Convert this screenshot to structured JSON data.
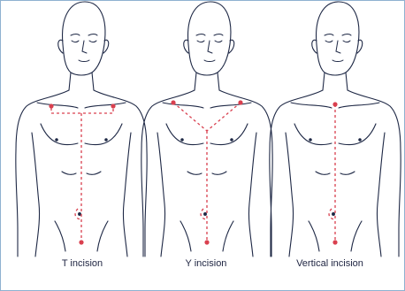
{
  "figures": [
    {
      "id": "t",
      "label": "T incision"
    },
    {
      "id": "y",
      "label": "Y incision"
    },
    {
      "id": "v",
      "label": "Vertical incision"
    }
  ],
  "colors": {
    "line": "#1e2845",
    "incision": "#d9404f",
    "border": "#8fb1d0",
    "background": "#ffffff"
  }
}
